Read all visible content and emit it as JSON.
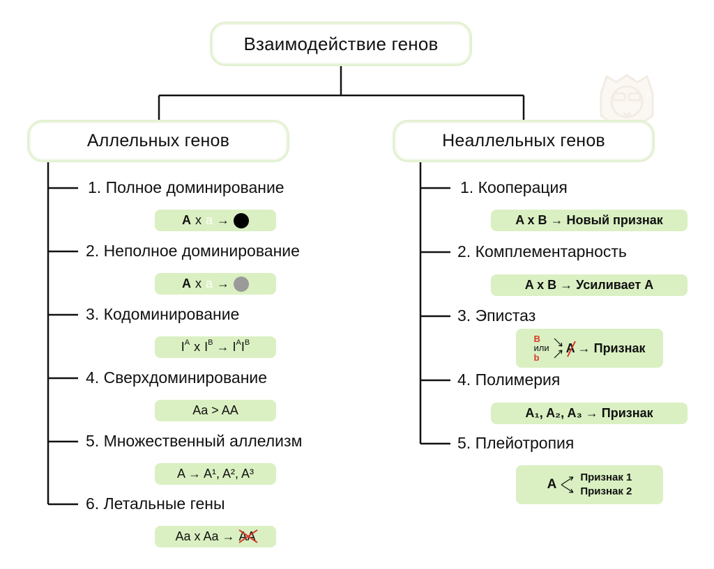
{
  "root": {
    "title": "Взаимодействие генов"
  },
  "allelic": {
    "title": "Аллельных генов",
    "items": [
      {
        "label": "1. Полное доминирование",
        "formula": {
          "a": "A",
          "x": "x",
          "b": "a",
          "arrow": "→"
        }
      },
      {
        "label": "2. Неполное доминирование",
        "formula": {
          "a": "A",
          "x": "x",
          "b": "a",
          "arrow": "→"
        }
      },
      {
        "label": "3. Кодоминирование",
        "formula": {
          "i1": "I",
          "s1": "A",
          "x": "x",
          "i2": "I",
          "s2": "B",
          "arrow": "→",
          "r1": "I",
          "rs1": "A",
          "r2": "I",
          "rs2": "B"
        }
      },
      {
        "label": "4. Сверхдоминирование",
        "formula": {
          "text": "Aa > AA"
        }
      },
      {
        "label": "5. Множественный аллелизм",
        "formula": {
          "text": "A → A¹, A², A³"
        }
      },
      {
        "label": "6. Летальные гены",
        "formula": {
          "left": "Aa x Aa →",
          "struck": "AA"
        }
      }
    ]
  },
  "nonallelic": {
    "title": "Неаллельных генов",
    "items": [
      {
        "label": "1. Кооперация",
        "formula": {
          "text": "A x B → Новый признак"
        }
      },
      {
        "label": "2. Комплементарность",
        "formula": {
          "text": "A x B → Усиливает A"
        }
      },
      {
        "label": "3. Эпистаз",
        "formula": {
          "top": "B",
          "mid": "или",
          "bottom": "b",
          "struck": "A",
          "result": "→ Признак"
        }
      },
      {
        "label": "4. Полимерия",
        "formula": {
          "text": "A₁, A₂, A₃ → Признак"
        }
      },
      {
        "label": "5. Плейотропия",
        "formula": {
          "gene": "A",
          "r1": "Признак 1",
          "r2": "Признак 2"
        }
      }
    ]
  },
  "colors": {
    "box_border": "#e3f1d2",
    "pill": "#daf0c2",
    "strike": "#d9382a",
    "line": "#111111"
  }
}
